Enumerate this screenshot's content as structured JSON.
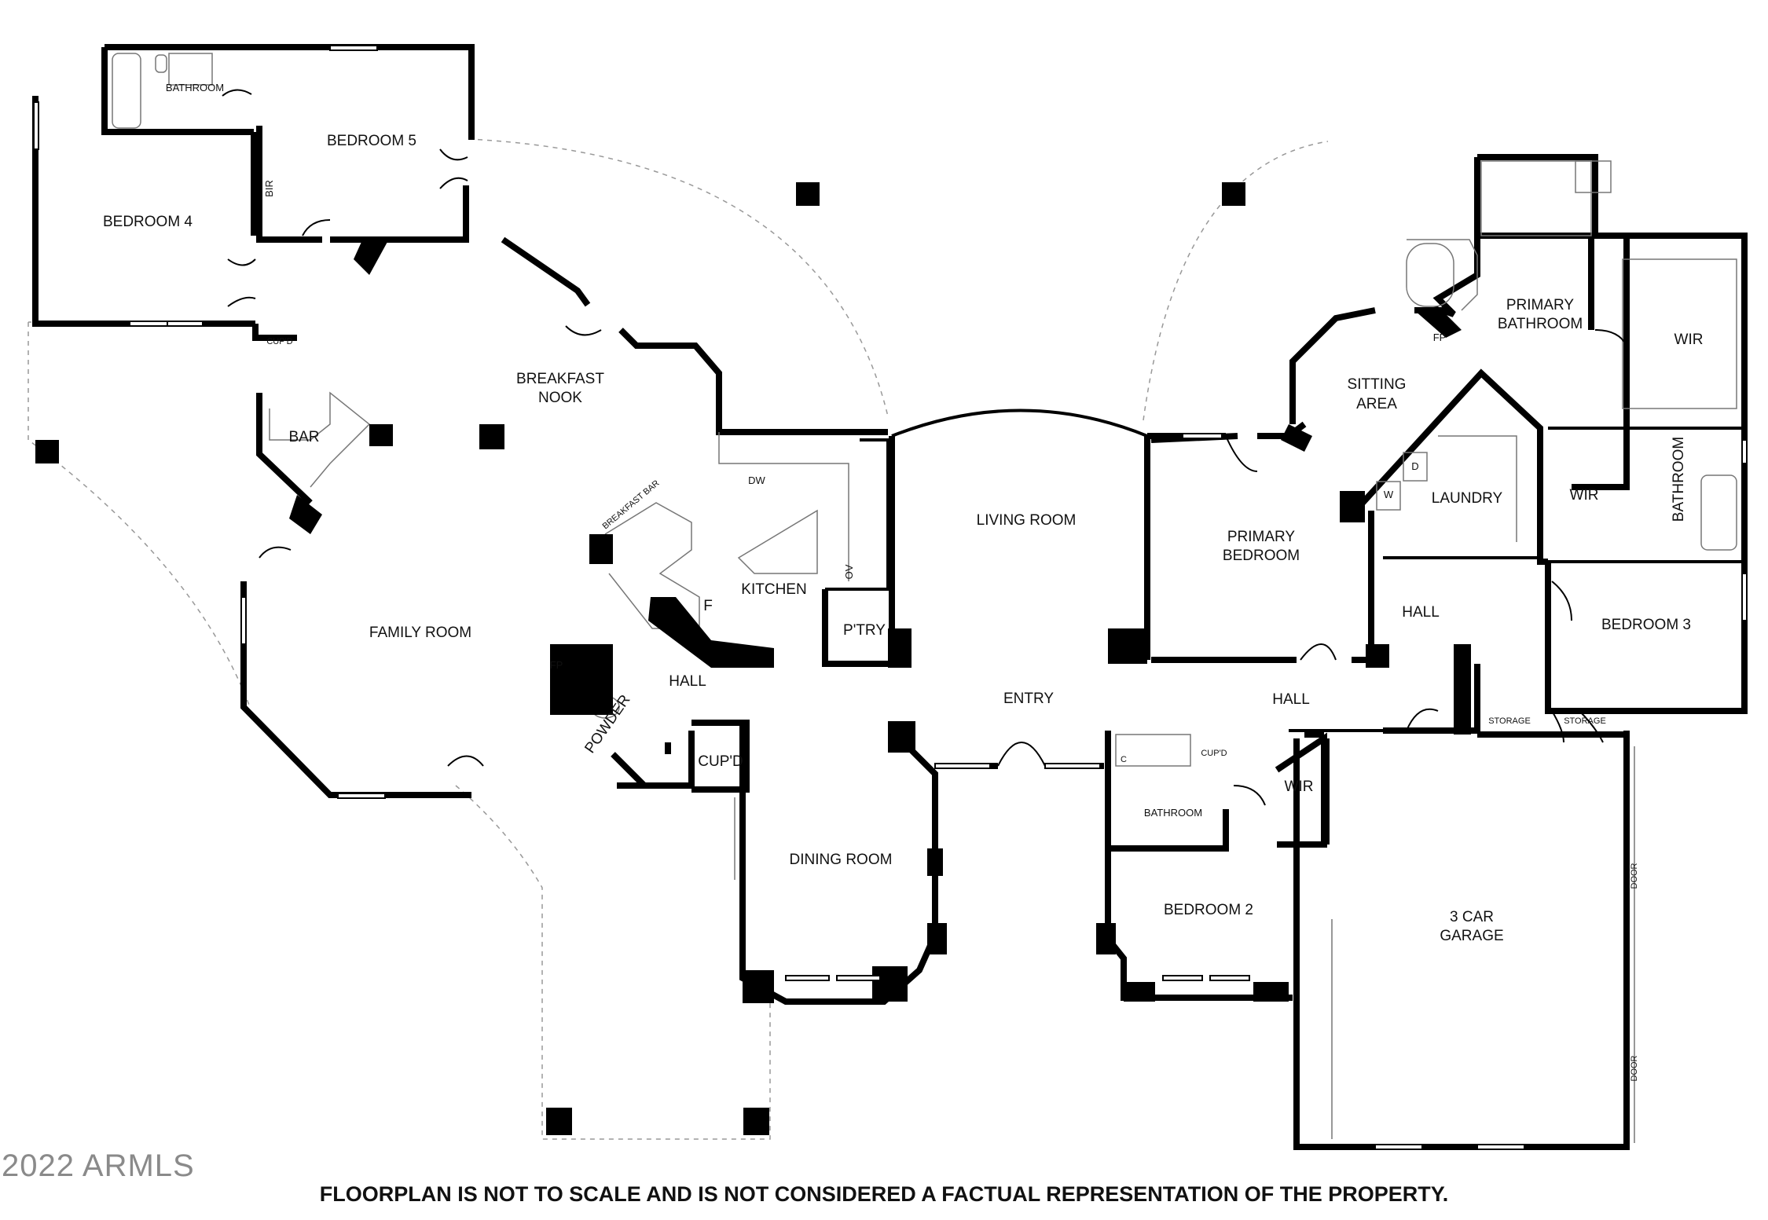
{
  "rooms": {
    "bathroom_top": "BATHROOM",
    "bedroom5": "BEDROOM 5",
    "bedroom4": "BEDROOM 4",
    "bir": "BIR",
    "cupd_left": "CUP'D",
    "breakfast_nook_1": "BREAKFAST",
    "breakfast_nook_2": "NOOK",
    "bar": "BAR",
    "dw": "DW",
    "breakfast_bar": "BREAKFAST BAR",
    "ov": "OV",
    "kitchen": "KITCHEN",
    "f": "F",
    "pantry": "P'TRY",
    "family_room": "FAMILY ROOM",
    "fp_left": "FP",
    "hall_left": "HALL",
    "powder": "POWDER",
    "cupd_mid": "CUP'D",
    "dining_room": "DINING ROOM",
    "living_room": "LIVING ROOM",
    "entry": "ENTRY",
    "primary_bedroom_1": "PRIMARY",
    "primary_bedroom_2": "BEDROOM",
    "hall_mid": "HALL",
    "c": "C",
    "cupd_right": "CUP'D",
    "bathroom_mid": "BATHROOM",
    "wir_small": "WIR",
    "bedroom2": "BEDROOM 2",
    "sitting_area_1": "SITTING",
    "sitting_area_2": "AREA",
    "fp_right": "FP",
    "primary_bathroom_1": "PRIMARY",
    "primary_bathroom_2": "BATHROOM",
    "wir_primary": "WIR",
    "w": "W",
    "d": "D",
    "laundry": "LAUNDRY",
    "wir_right": "WIR",
    "bathroom_right": "BATHROOM",
    "hall_right": "HALL",
    "bedroom3": "BEDROOM 3",
    "storage_1": "STORAGE",
    "storage_2": "STORAGE",
    "garage_1": "3 CAR",
    "garage_2": "GARAGE",
    "door_1": "DOOR",
    "door_2": "DOOR"
  },
  "footer": {
    "copyright": "2022 ARMLS",
    "disclaimer": "FLOORPLAN IS NOT TO SCALE AND IS NOT CONSIDERED A FACTUAL REPRESENTATION OF THE PROPERTY."
  },
  "colors": {
    "wall": "#000000",
    "fixture": "#777777",
    "dashed": "#999999",
    "copyright": "#8a8a8a"
  }
}
